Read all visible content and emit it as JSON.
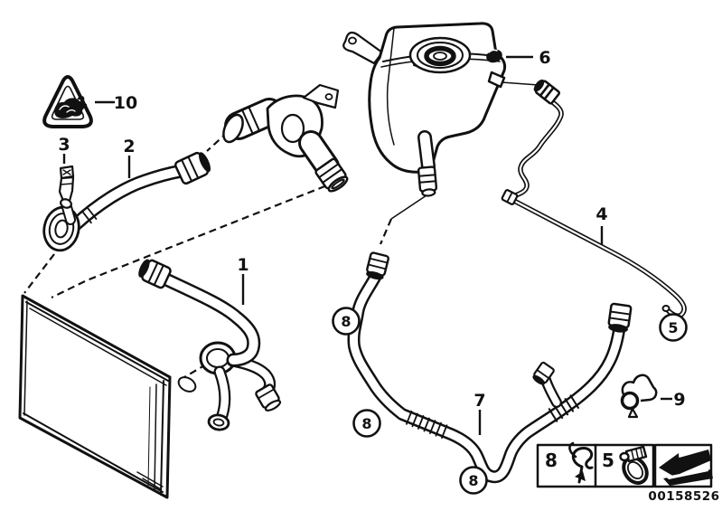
{
  "colors": {
    "line": "#111111",
    "background": "#ffffff"
  },
  "callouts": {
    "n1": "1",
    "n2": "2",
    "n3": "3",
    "n4": "4",
    "n5": "5",
    "n6": "6",
    "n7": "7",
    "n8": "8",
    "n9": "9",
    "n10": "10"
  },
  "legend": {
    "clip_number": "8",
    "clamp_number": "5",
    "part_code": "00158526"
  },
  "icons": {
    "warning": "scald-warning-icon",
    "clip": "spring-clip-icon",
    "clamp": "hose-clamp-icon",
    "arrow": "direction-arrow-icon"
  }
}
